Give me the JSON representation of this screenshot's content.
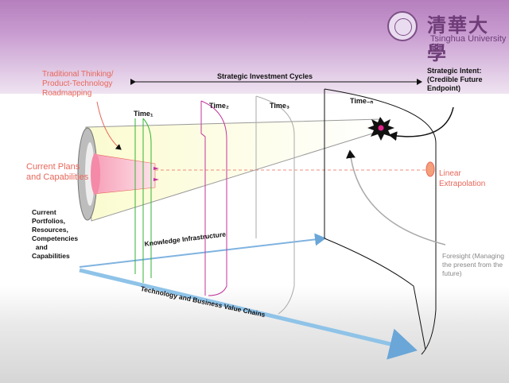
{
  "header": {
    "university_name_cn": "清華大學",
    "university_name_en": "Tsinghua University"
  },
  "labels": {
    "strategic_investment_cycles": "Strategic Investment Cycles",
    "traditional_thinking": "Traditional Thinking/ Product-Technology Roadmapping",
    "strategic_intent": "Strategic Intent: (Credible Future Endpoint)",
    "time_1": "Time₁",
    "time_2": "Time₂",
    "time_3": "Time₃",
    "time_n": "Time₋ₙ",
    "current_plans": "Current Plans and Capabilities",
    "linear_extrapolation": "Linear Extrapolation",
    "current_portfolios": "Current\nPortfolios,\nResources,\nCompetencies\n  and\nCapabilities",
    "foresight": "Foresight (Managing the present from the future)",
    "knowledge_infrastructure": "Knowledge Infrastructure",
    "value_chains": "Technology and Business Value Chains"
  },
  "colors": {
    "banner": "#c89bd0",
    "accent_red": "#e8675a",
    "time1_line": "#35b335",
    "time2_line": "#c2359a",
    "time3_line": "#999999",
    "arrow_blue": "#8fc3e8"
  }
}
